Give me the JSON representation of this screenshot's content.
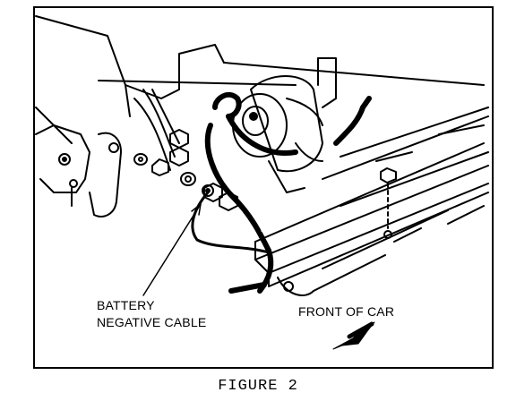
{
  "figure": {
    "caption": "FIGURE 2",
    "labels": {
      "battery_cable_line1": "BATTERY",
      "battery_cable_line2": "NEGATIVE CABLE",
      "front_of_car": "FRONT OF CAR"
    }
  }
}
